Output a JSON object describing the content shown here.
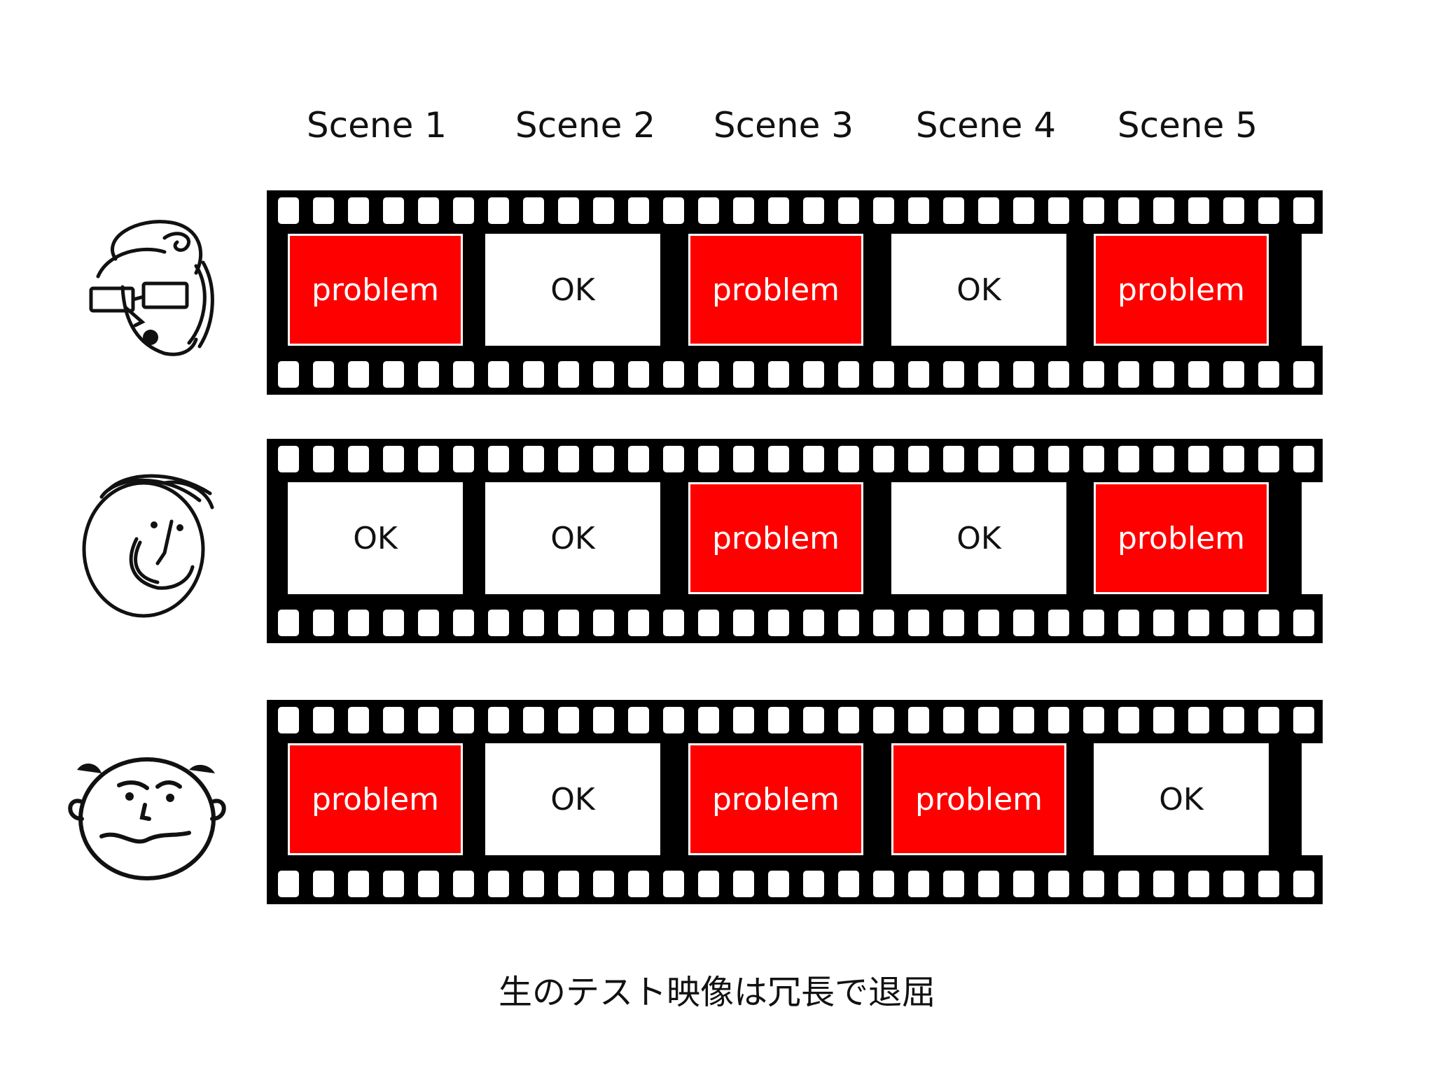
{
  "scenes": [
    "Scene 1",
    "Scene 2",
    "Scene 3",
    "Scene 4",
    "Scene 5"
  ],
  "strips": [
    {
      "viewer_icon": "surprised-glasses-face-icon",
      "frames": [
        "problem",
        "OK",
        "problem",
        "OK",
        "problem"
      ]
    },
    {
      "viewer_icon": "smiling-messy-hair-face-icon",
      "frames": [
        "OK",
        "OK",
        "problem",
        "OK",
        "problem"
      ]
    },
    {
      "viewer_icon": "frowning-bald-face-icon",
      "frames": [
        "problem",
        "OK",
        "problem",
        "problem",
        "OK"
      ]
    }
  ],
  "caption": "生のテスト映像は冗長で退屈",
  "colors": {
    "problem": "#ff0000",
    "ok": "#ffffff",
    "film": "#000000"
  }
}
